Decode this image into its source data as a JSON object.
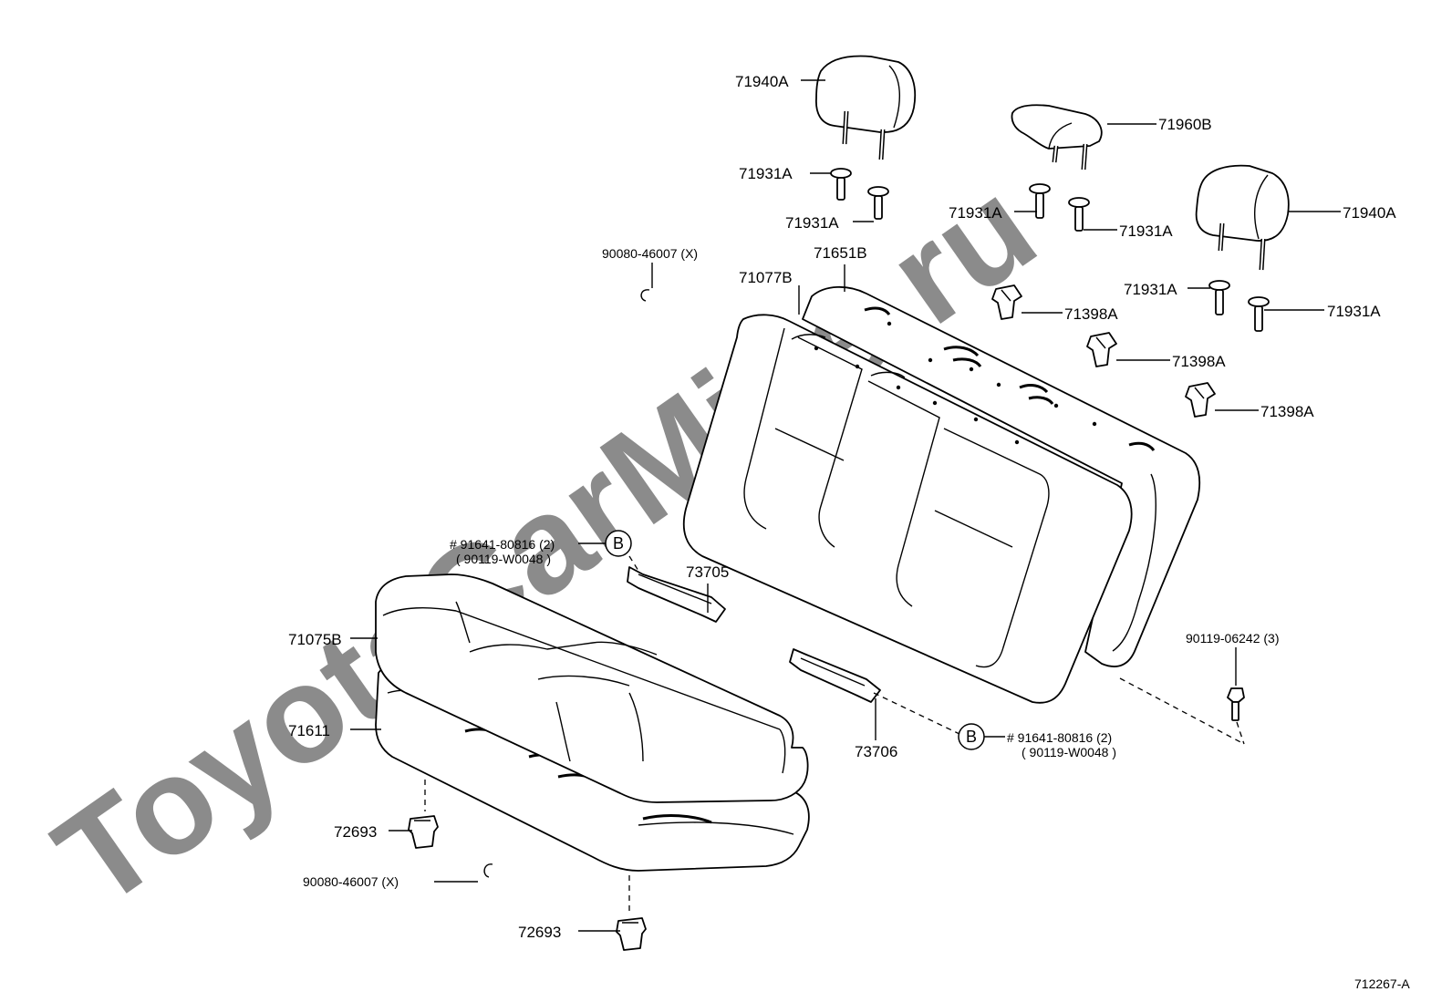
{
  "watermark": "ToyotaCarMine.ru",
  "diagram_code": "712267-A",
  "labels": {
    "headrest_left": "71940A",
    "headrest_center": "71960B",
    "headrest_right": "71940A",
    "support_1": "71931A",
    "support_2": "71931A",
    "support_3": "71931A",
    "support_4": "71931A",
    "support_5": "71931A",
    "support_6": "71931A",
    "guide_1": "71398A",
    "guide_2": "71398A",
    "guide_3": "71398A",
    "hog_ring_top": "90080-46007 (X)",
    "hog_ring_bottom": "90080-46007 (X)",
    "back_cover": "71077B",
    "back_pad": "71651B",
    "cushion_cover": "71075B",
    "cushion_pad": "71611",
    "belt_1": "73705",
    "belt_2": "73706",
    "bolt_top_line1": "# 91641-80816 (2)",
    "bolt_top_line2": "( 90119-W0048 )",
    "bolt_bottom_line1": "# 91641-80816 (2)",
    "bolt_bottom_line2": "( 90119-W0048 )",
    "bolt_right": "90119-06242 (3)",
    "hook_1": "72693",
    "hook_2": "72693",
    "callout_b1": "B",
    "callout_b2": "B"
  }
}
